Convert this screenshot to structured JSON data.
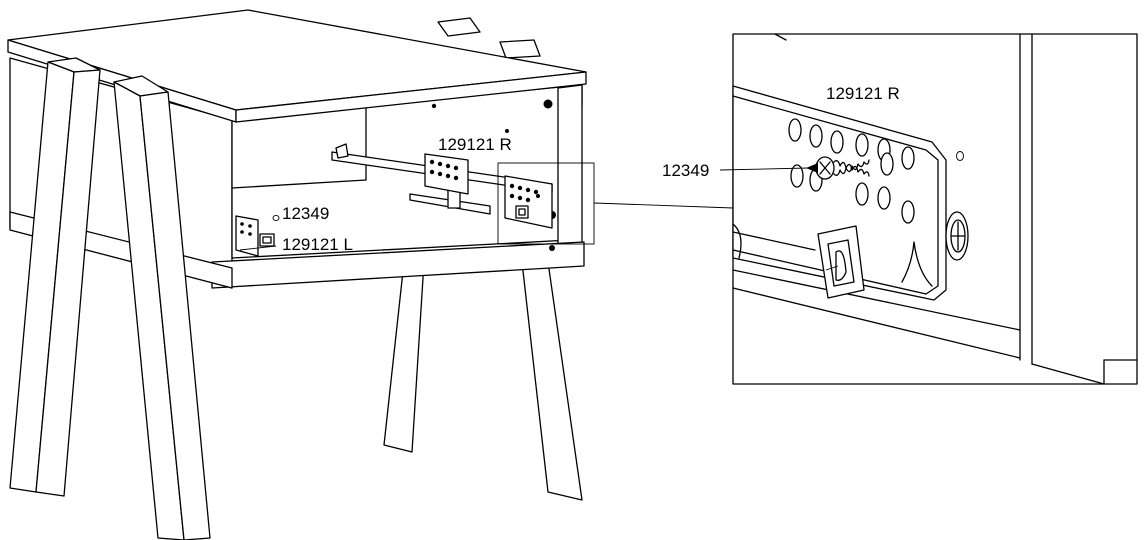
{
  "labels": {
    "left_screw": "12349",
    "left_rail": "129121 L",
    "main_right_rail": "129121 R",
    "detail_right_rail": "129121 R",
    "detail_screw": "12349"
  }
}
